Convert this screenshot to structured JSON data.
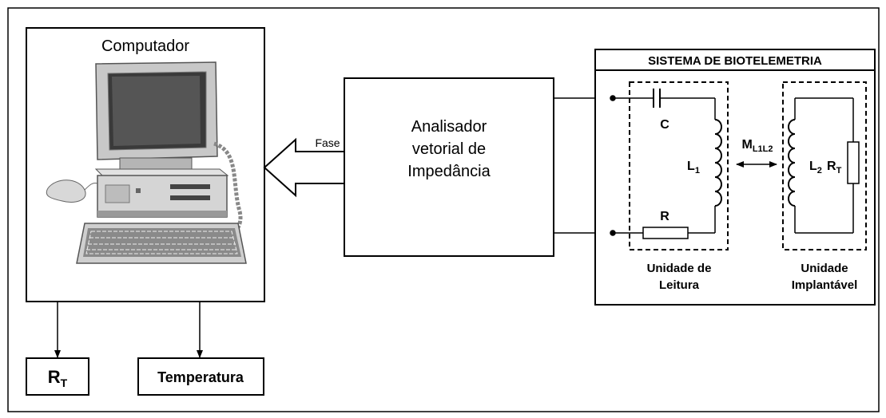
{
  "computer": {
    "label": "Computador"
  },
  "arrow": {
    "label": "Fase"
  },
  "analyzer": {
    "line1": "Analisador",
    "line2": "vetorial de",
    "line3": "Impedância"
  },
  "system": {
    "title": "SISTEMA DE BIOTELEMETRIA",
    "capacitor": "C",
    "resistor": "R",
    "coupling_main": "M",
    "coupling_sub": "L1L2",
    "inductor1_main": "L",
    "inductor1_sub": "1",
    "inductor2_main": "L",
    "inductor2_sub": "2",
    "sensor_main": "R",
    "sensor_sub": "T",
    "reader_line1": "Unidade de",
    "reader_line2": "Leitura",
    "implant_line1": "Unidade",
    "implant_line2": "Implantável"
  },
  "outputs": {
    "rt_main": "R",
    "rt_sub": "T",
    "temperature": "Temperatura"
  }
}
